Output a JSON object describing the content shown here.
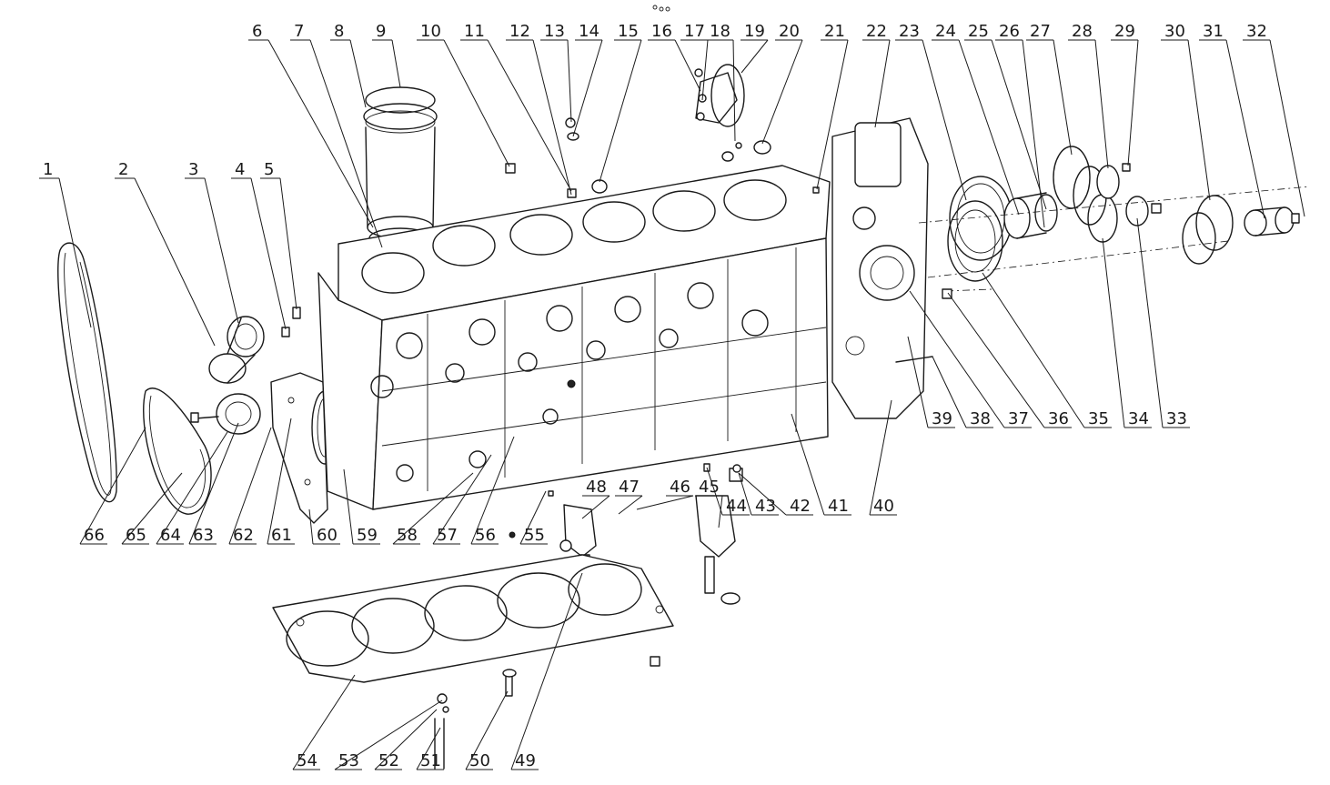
{
  "diagram": {
    "watermark_text": "",
    "callouts": [
      "1",
      "2",
      "3",
      "4",
      "5",
      "6",
      "7",
      "8",
      "9",
      "10",
      "11",
      "12",
      "13",
      "14",
      "15",
      "16",
      "17",
      "18",
      "19",
      "20",
      "21",
      "22",
      "23",
      "24",
      "25",
      "26",
      "27",
      "28",
      "29",
      "30",
      "31",
      "32",
      "33",
      "34",
      "35",
      "36",
      "37",
      "38",
      "39",
      "40",
      "41",
      "42",
      "43",
      "44",
      "45",
      "46",
      "47",
      "48",
      "49",
      "50",
      "51",
      "52",
      "53",
      "54",
      "55",
      "56",
      "57",
      "58",
      "59",
      "60",
      "61",
      "62",
      "63",
      "64",
      "65",
      "66"
    ]
  }
}
